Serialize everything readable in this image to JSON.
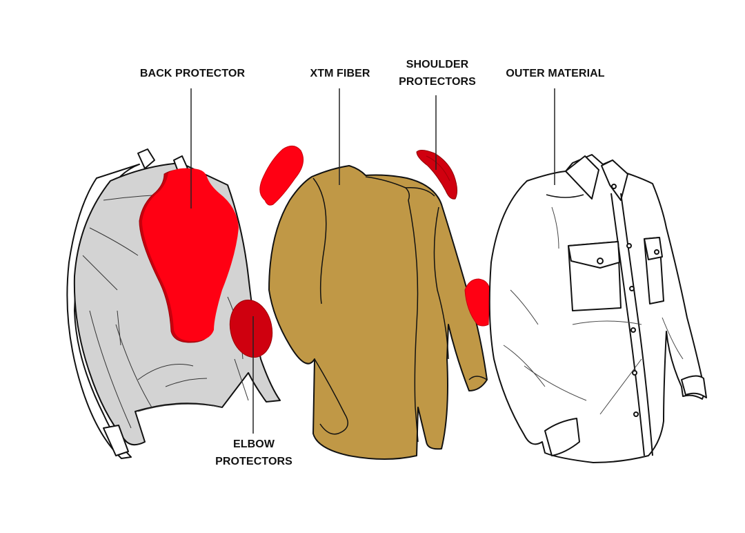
{
  "diagram": {
    "type": "exploded-garment-illustration",
    "colors": {
      "background": "#ffffff",
      "protector_red": "#ff0013",
      "protector_dark_red": "#d0000f",
      "xtm_fiber_tan": "#c09846",
      "base_layer_gray": "#d3d3d3",
      "outer_white": "#ffffff",
      "line": "#111111"
    },
    "labels": {
      "back_protector": "BACK PROTECTOR",
      "xtm_fiber": "XTM FIBER",
      "shoulder_protectors_line1": "SHOULDER",
      "shoulder_protectors_line2": "PROTECTORS",
      "outer_material": "OUTER MATERIAL",
      "elbow_protectors_line1": "ELBOW",
      "elbow_protectors_line2": "PROTECTORS"
    },
    "components": [
      {
        "name": "Back protector",
        "layer": "gray base jacket"
      },
      {
        "name": "XTM fiber",
        "layer": "tan middle jacket"
      },
      {
        "name": "Shoulder protectors",
        "layer": "red pads"
      },
      {
        "name": "Elbow protectors",
        "layer": "red pads"
      },
      {
        "name": "Outer material",
        "layer": "white shirt"
      }
    ]
  }
}
